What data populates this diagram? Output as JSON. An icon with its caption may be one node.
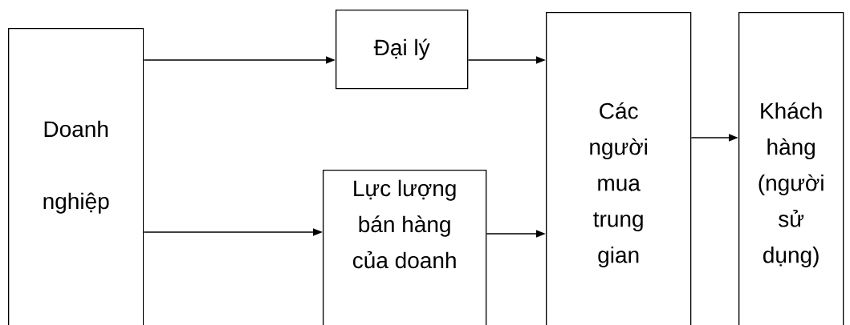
{
  "diagram": {
    "nodes": [
      {
        "text": [
          "Doanh nghiệp"
        ]
      },
      {
        "text": [
          "Đại lý"
        ]
      },
      {
        "text": [
          "Lực lượng bán hàng của doanh"
        ]
      },
      {
        "text": [
          "Các người mua trung gian"
        ]
      },
      {
        "text": [
          "Khách hàng (người sử dụng)"
        ]
      }
    ],
    "edges": [
      {
        "from": 0,
        "to": 1,
        "arrow": "to"
      },
      {
        "from": 0,
        "to": 2,
        "arrow": "to"
      },
      {
        "from": 1,
        "to": 3,
        "arrow": "to"
      },
      {
        "from": 2,
        "to": 3,
        "arrow": "to"
      },
      {
        "from": 3,
        "to": 4,
        "arrow": "to"
      }
    ]
  }
}
